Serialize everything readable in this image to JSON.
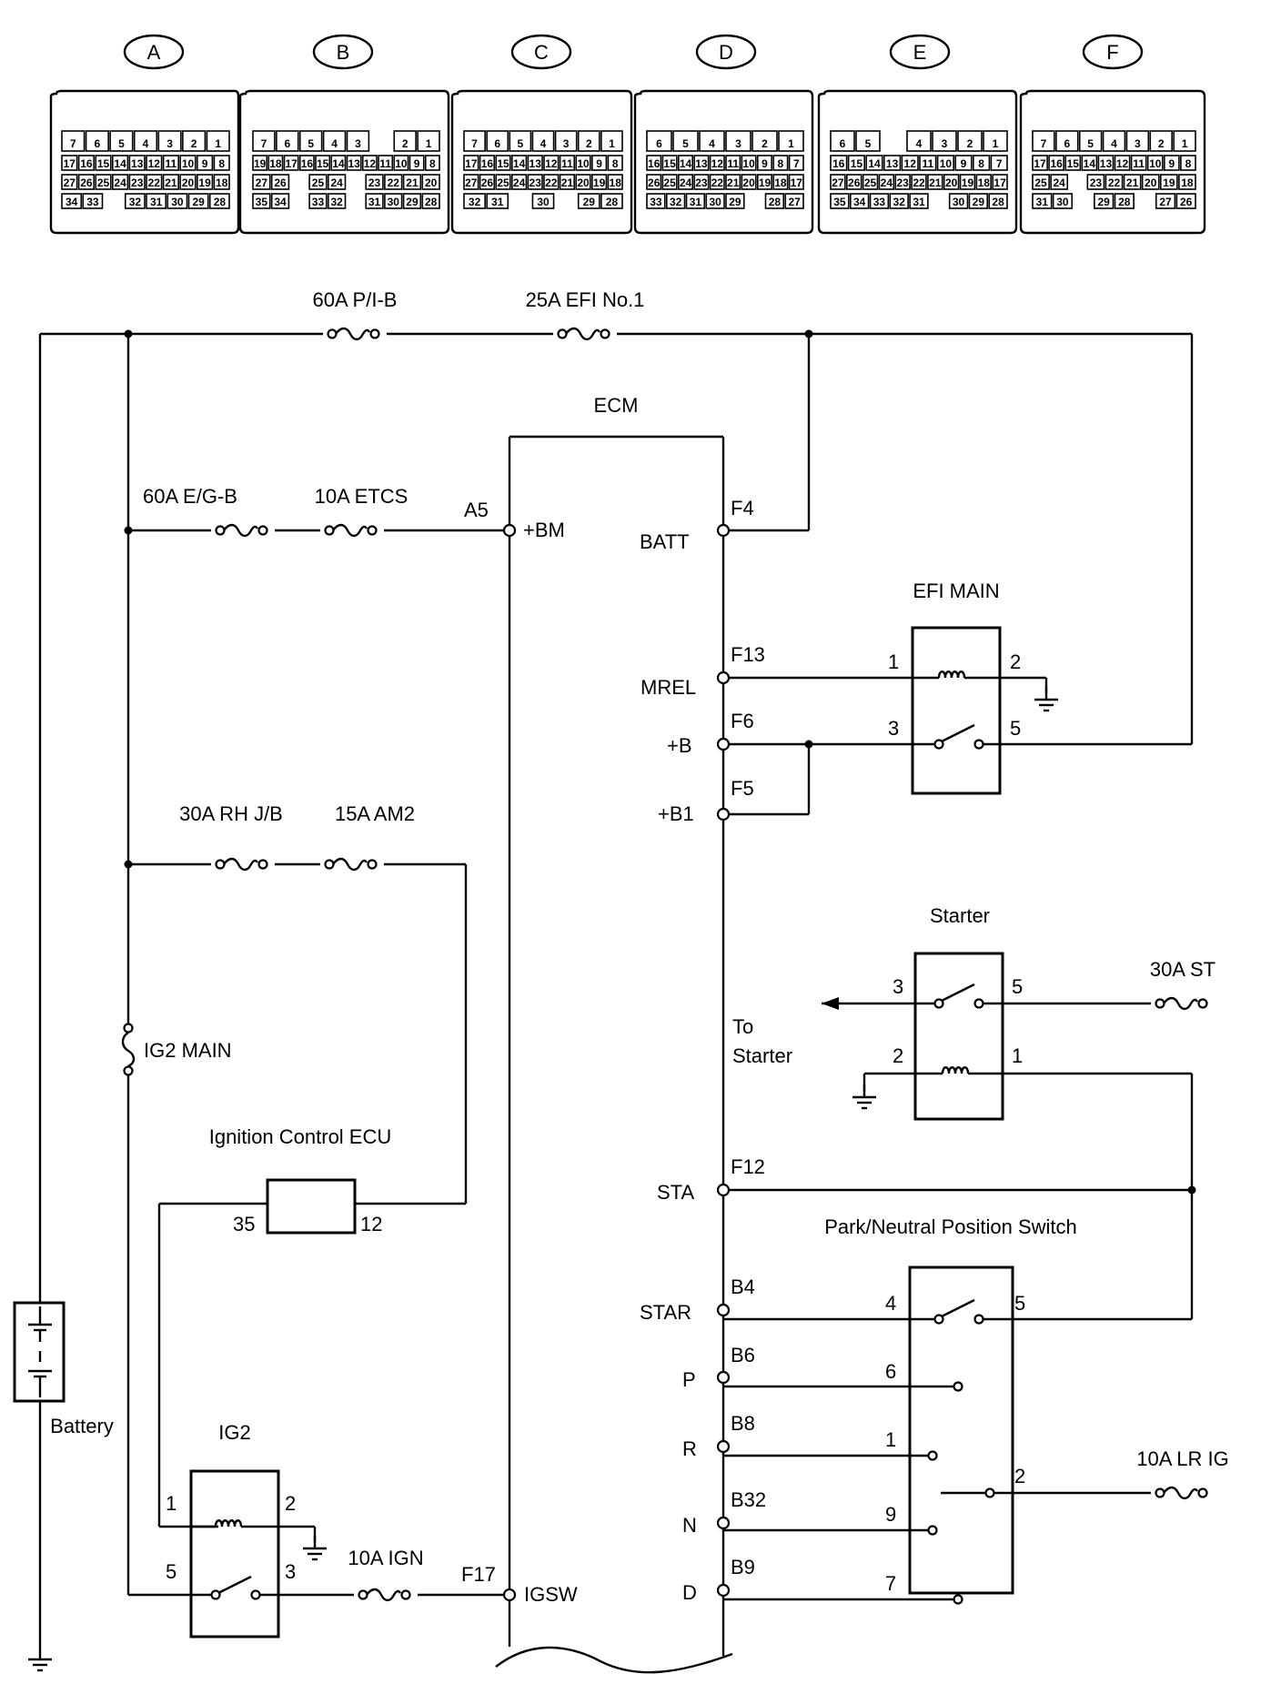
{
  "connectors": [
    {
      "letter": "A",
      "rows": [
        [
          "7",
          "6",
          "5",
          "4",
          "3",
          "2",
          "1"
        ],
        [
          "17",
          "16",
          "15",
          "14",
          "13",
          "12",
          "11",
          "10",
          "9",
          "8"
        ],
        [
          "27",
          "26",
          "25",
          "24",
          "23",
          "22",
          "21",
          "20",
          "19",
          "18"
        ],
        [
          "34",
          "33",
          "",
          "32",
          "31",
          "30",
          "29",
          "28"
        ]
      ]
    },
    {
      "letter": "B",
      "rows": [
        [
          "7",
          "6",
          "5",
          "4",
          "3",
          "",
          "2",
          "1"
        ],
        [
          "19",
          "18",
          "17",
          "16",
          "15",
          "14",
          "13",
          "12",
          "11",
          "10",
          "9",
          "8"
        ],
        [
          "27",
          "26",
          "",
          "25",
          "24",
          "",
          "23",
          "22",
          "21",
          "20"
        ],
        [
          "35",
          "34",
          "",
          "33",
          "32",
          "",
          "31",
          "30",
          "29",
          "28"
        ]
      ]
    },
    {
      "letter": "C",
      "rows": [
        [
          "7",
          "6",
          "5",
          "4",
          "3",
          "2",
          "1"
        ],
        [
          "17",
          "16",
          "15",
          "14",
          "13",
          "12",
          "11",
          "10",
          "9",
          "8"
        ],
        [
          "27",
          "26",
          "25",
          "24",
          "23",
          "22",
          "21",
          "20",
          "19",
          "18"
        ],
        [
          "32",
          "31",
          "",
          "30",
          "",
          "29",
          "28"
        ]
      ]
    },
    {
      "letter": "D",
      "rows": [
        [
          "6",
          "5",
          "4",
          "3",
          "2",
          "1"
        ],
        [
          "16",
          "15",
          "14",
          "13",
          "12",
          "11",
          "10",
          "9",
          "8",
          "7"
        ],
        [
          "26",
          "25",
          "24",
          "23",
          "22",
          "21",
          "20",
          "19",
          "18",
          "17"
        ],
        [
          "33",
          "32",
          "31",
          "30",
          "29",
          "",
          "28",
          "27"
        ]
      ]
    },
    {
      "letter": "E",
      "rows": [
        [
          "6",
          "5",
          "",
          "4",
          "3",
          "2",
          "1"
        ],
        [
          "16",
          "15",
          "14",
          "13",
          "12",
          "11",
          "10",
          "9",
          "8",
          "7"
        ],
        [
          "27",
          "26",
          "25",
          "24",
          "23",
          "22",
          "21",
          "20",
          "19",
          "18",
          "17"
        ],
        [
          "35",
          "34",
          "33",
          "32",
          "31",
          "",
          "30",
          "29",
          "28"
        ]
      ]
    },
    {
      "letter": "F",
      "rows": [
        [
          "7",
          "6",
          "5",
          "4",
          "3",
          "2",
          "1"
        ],
        [
          "17",
          "16",
          "15",
          "14",
          "13",
          "12",
          "11",
          "10",
          "9",
          "8"
        ],
        [
          "25",
          "24",
          "",
          "23",
          "22",
          "21",
          "20",
          "19",
          "18"
        ],
        [
          "31",
          "30",
          "",
          "29",
          "28",
          "",
          "27",
          "26"
        ]
      ]
    }
  ],
  "fuses": {
    "pi_b": "60A P/I-B",
    "efi_no1": "25A EFI No.1",
    "eg_b": "60A E/G-B",
    "etcs": "10A ETCS",
    "rh_jb": "30A RH J/B",
    "am2": "15A  AM2",
    "ig2_main": "IG2 MAIN",
    "ign": "10A IGN",
    "st": "30A ST",
    "lr_ig": "10A LR IG"
  },
  "components": {
    "ecm": "ECM",
    "efi_main": "EFI MAIN",
    "starter": "Starter",
    "ignition_ecu": "Ignition Control ECU",
    "pn_switch": "Park/Neutral Position Switch",
    "ig2": "IG2",
    "battery": "Battery",
    "to_starter_1": "To",
    "to_starter_2": "Starter"
  },
  "ecm_terminals": {
    "a5": "A5",
    "bm": "+BM",
    "f4": "F4",
    "batt": "BATT",
    "f13": "F13",
    "mrel": "MREL",
    "f6": "F6",
    "b": "+B",
    "f5": "F5",
    "b1": "+B1",
    "f12": "F12",
    "sta": "STA",
    "b4": "B4",
    "star": "STAR",
    "b6": "B6",
    "p": "P",
    "b8": "B8",
    "r": "R",
    "b32": "B32",
    "n": "N",
    "b9": "B9",
    "d": "D",
    "f17": "F17",
    "igsw": "IGSW"
  },
  "pins": {
    "efi_1": "1",
    "efi_2": "2",
    "efi_3": "3",
    "efi_5": "5",
    "st_3": "3",
    "st_5": "5",
    "st_2": "2",
    "st_1": "1",
    "ecu_35": "35",
    "ecu_12": "12",
    "ig2_1": "1",
    "ig2_2": "2",
    "ig2_5": "5",
    "ig2_3": "3",
    "pn_4": "4",
    "pn_5": "5",
    "pn_6": "6",
    "pn_1": "1",
    "pn_2": "2",
    "pn_9": "9",
    "pn_7": "7"
  }
}
